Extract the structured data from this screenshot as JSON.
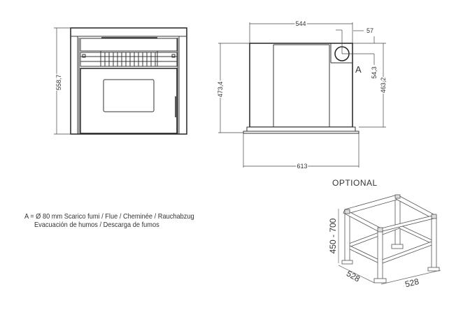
{
  "front_view": {
    "height_label": "558,7"
  },
  "side_view": {
    "width_top_label": "544",
    "flue_offset_label": "57",
    "flue_marker": "A",
    "flue_height_offset_label": "54,3",
    "height_right_label": "463,2",
    "height_left_label": "473,4",
    "base_width_label": "613"
  },
  "legend": {
    "line1": "A = Ø 80 mm  Scarico fumi / Flue / Cheminée / Rauchabzug",
    "line2": "Evacuación de humos / Descarga de fumos"
  },
  "stand": {
    "title": "OPTIONAL",
    "height_label": "450 - 700",
    "depth_label": "528",
    "width_label": "528"
  }
}
